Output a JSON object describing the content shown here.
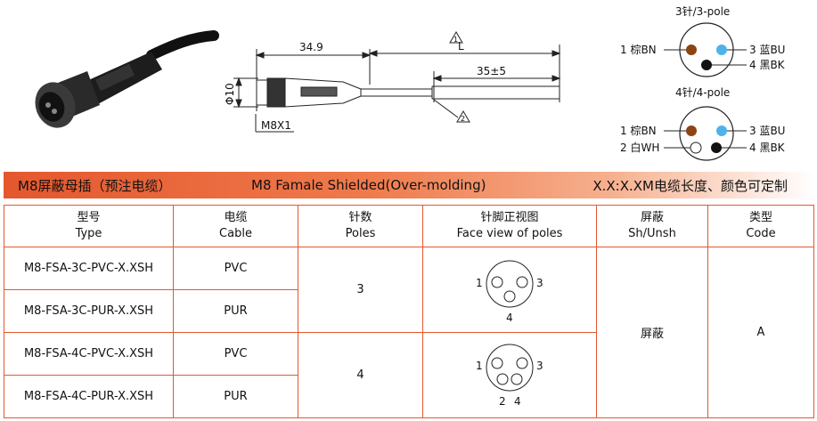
{
  "drawing": {
    "dim_body": "34.9",
    "dim_length": "L",
    "dim_strip": "35±5",
    "dim_dia": "Φ10",
    "thread": "M8X1",
    "note1": "1",
    "note2": "2"
  },
  "pinout3": {
    "title": "3针/3-pole",
    "pin1": "1 棕BN",
    "pin3": "3 蓝BU",
    "pin4": "4 黑BK"
  },
  "pinout4": {
    "title": "4针/4-pole",
    "pin1": "1 棕BN",
    "pin2": "2 白WH",
    "pin3": "3 蓝BU",
    "pin4": "4 黑BK"
  },
  "colors": {
    "accent": "#e4572e",
    "brown": "#8b4513",
    "blue": "#4fb3e8",
    "black": "#111111",
    "white": "#ffffff"
  },
  "banner": {
    "cn": "M8屏蔽母插（预注电缆）",
    "en": "M8 Famale Shielded(Over-molding)",
    "note": "X.X:X.XM电缆长度、颜色可定制"
  },
  "table": {
    "headers": [
      {
        "cn": "型号",
        "en": "Type"
      },
      {
        "cn": "电缆",
        "en": "Cable"
      },
      {
        "cn": "针数",
        "en": "Poles"
      },
      {
        "cn": "针脚正视图",
        "en": "Face view of poles"
      },
      {
        "cn": "屏蔽",
        "en": "Sh/Unsh"
      },
      {
        "cn": "类型",
        "en": "Code"
      }
    ],
    "rows": [
      {
        "type": "M8-FSA-3C-PVC-X.XSH",
        "cable": "PVC"
      },
      {
        "type": "M8-FSA-3C-PUR-X.XSH",
        "cable": "PUR"
      },
      {
        "type": "M8-FSA-4C-PVC-X.XSH",
        "cable": "PVC"
      },
      {
        "type": "M8-FSA-4C-PUR-X.XSH",
        "cable": "PUR"
      }
    ],
    "poles3": "3",
    "poles4": "4",
    "shield": "屏蔽",
    "code": "A",
    "face3": {
      "p1": "1",
      "p3": "3",
      "p4": "4"
    },
    "face4": {
      "p1": "1",
      "p2": "2",
      "p3": "3",
      "p4": "4"
    }
  }
}
